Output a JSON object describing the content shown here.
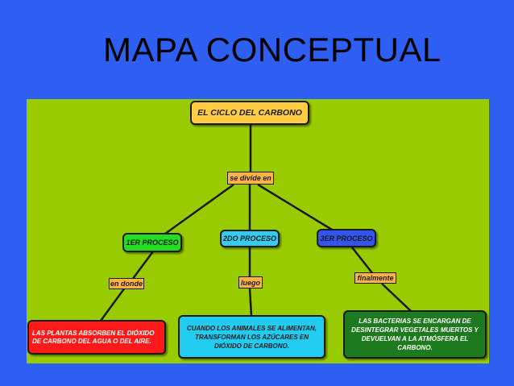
{
  "slide": {
    "title": "MAPA CONCEPTUAL"
  },
  "map": {
    "root": "EL CICLO DEL CARBONO",
    "link_root": "se divide en",
    "process_1": "1ER PROCESO",
    "process_2": "2DO PROCESO",
    "process_3": "3ER PROCESO",
    "link_1": "en donde",
    "link_2": "luego",
    "link_3": "finalmente",
    "result_1": "LAS PLANTAS ABSORBEN EL DIÓXIDO DE CARBONO DEL AGUA O DEL AIRE.",
    "result_2": "CUANDO LOS ANIMALES SE ALIMENTAN, TRANSFORMAN LOS AZÚCARES EN DIÓXIDO DE CARBONO.",
    "result_3": "LAS BACTERIAS SE ENCARGAN DE DESINTEGRAR VEGETALES MUERTOS Y DEVUELVAN A LA ATMÓSFERA EL CARBONO."
  },
  "colors": {
    "background": "#2f5ff2",
    "panel": "#99cc00",
    "root_fill": "#ffcc44",
    "link_fill": "#ffb347",
    "process_1_fill": "#22dd22",
    "process_2_fill": "#33ccf0",
    "process_3_fill": "#3355ee",
    "result_1_fill": "#ff1a1a",
    "result_2_fill": "#22ccf0",
    "result_3_fill": "#1e7a1e"
  }
}
